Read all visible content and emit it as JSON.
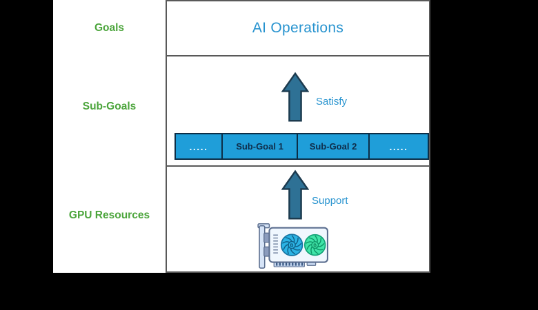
{
  "row_labels": {
    "goals": "Goals",
    "sub_goals": "Sub-Goals",
    "gpu_resources": "GPU Resources"
  },
  "boxes": {
    "title": "AI Operations",
    "satisfy_caption": "Satisfy",
    "support_caption": "Support"
  },
  "sub_goal_cells": [
    {
      "label": "....."
    },
    {
      "label": "Sub-Goal 1"
    },
    {
      "label": "Sub-Goal 2"
    },
    {
      "label": "....."
    }
  ],
  "icons": {
    "up_arrow": "up-arrow-icon",
    "gpu_card": "gpu-card-icon"
  },
  "colors": {
    "background": "#000000",
    "panel": "#ffffff",
    "box_border": "#595959",
    "green_label": "#4ca53c",
    "blue_text": "#2793cf",
    "arrow_fill": "#2e7195",
    "arrow_stroke": "#1c3a4e",
    "cell_fill": "#1f9ed9",
    "cell_border": "#0c2e47",
    "cell_text_dark": "#0f2d4a",
    "cell_text_light": "#f2fbff",
    "fan_left": "#2cb3e4",
    "fan_right": "#40e4a8"
  }
}
